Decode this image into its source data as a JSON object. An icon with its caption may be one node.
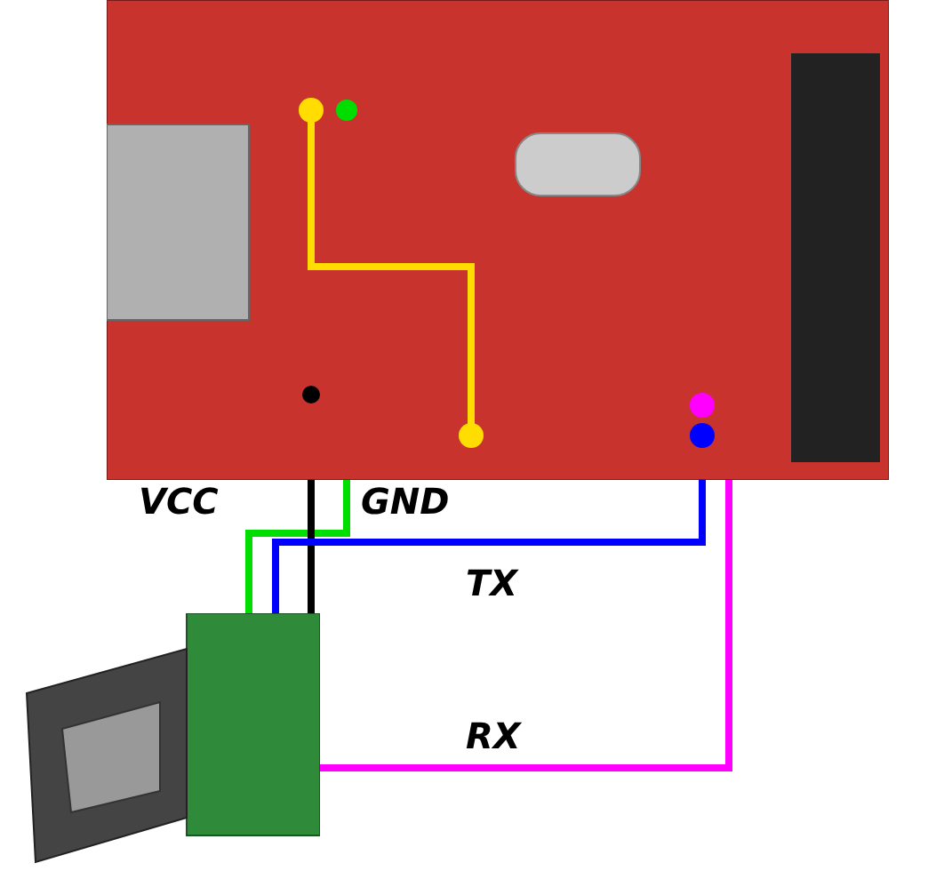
{
  "diagram": {
    "nodes": [
      {
        "text": [],
        "shape": "picture"
      },
      {
        "text": [],
        "shape": "picture"
      }
    ],
    "edges": [
      {
        "from": 0,
        "to": 1,
        "arrow": "none",
        "label": "VCC",
        "color": "#00dd00"
      },
      {
        "from": 0,
        "to": 1,
        "arrow": "none",
        "label": "GND",
        "color": "#000000"
      },
      {
        "from": 0,
        "to": 1,
        "arrow": "none",
        "label": "TX",
        "color": "#0000ff"
      },
      {
        "from": 0,
        "to": 1,
        "arrow": "none",
        "label": "RX",
        "color": "#ff00ff"
      }
    ]
  }
}
